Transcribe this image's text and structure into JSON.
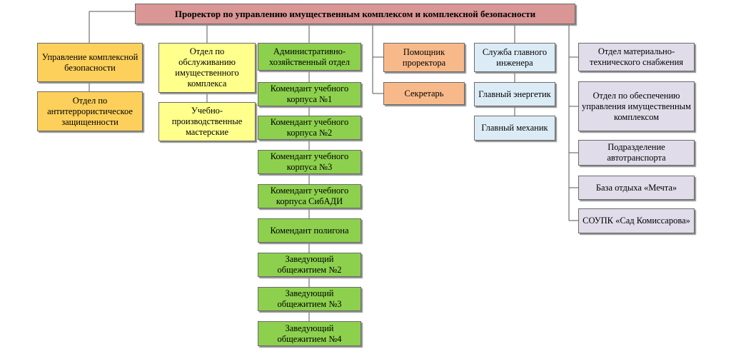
{
  "top": "Проректор по управлению имущественным комплексом и комплексной безопасности",
  "col1": [
    "Управление комплексной безопасности",
    "Отдел по антитеррористическое защищенности"
  ],
  "col2": [
    "Отдел по обслуживанию имущественного комплекса",
    "Учебно-производственные мастерские"
  ],
  "col3": [
    "Административно-хозяйственный отдел",
    "Комендант учебного корпуса №1",
    "Комендант учебного корпуса №2",
    "Комендант учебного корпуса №3",
    "Комендант учебного корпуса СибАДИ",
    "Комендант полигона",
    "Заведующий общежитием №2",
    "Заведующий общежитием №3",
    "Заведующий общежитием №4"
  ],
  "col4": [
    "Помощник проректора",
    "Секретарь"
  ],
  "col5": [
    "Служба главного инженера",
    "Главный энергетик",
    "Главный механик"
  ],
  "col6": [
    "Отдел материально-технического снабжения",
    "Отдел по обеспечению управления имущественным комплексом",
    "Подразделение автотранспорта",
    "База отдыха «Мечта»",
    "СОУПК «Сад Комиссарова»"
  ],
  "colors": {
    "top": "#d99694",
    "col1": "#fcd05a",
    "col2": "#ffff8c",
    "col3": "#8dd04d",
    "col4": "#f8b98a",
    "col5": "#dcecf6",
    "col6": "#e0dce9"
  }
}
